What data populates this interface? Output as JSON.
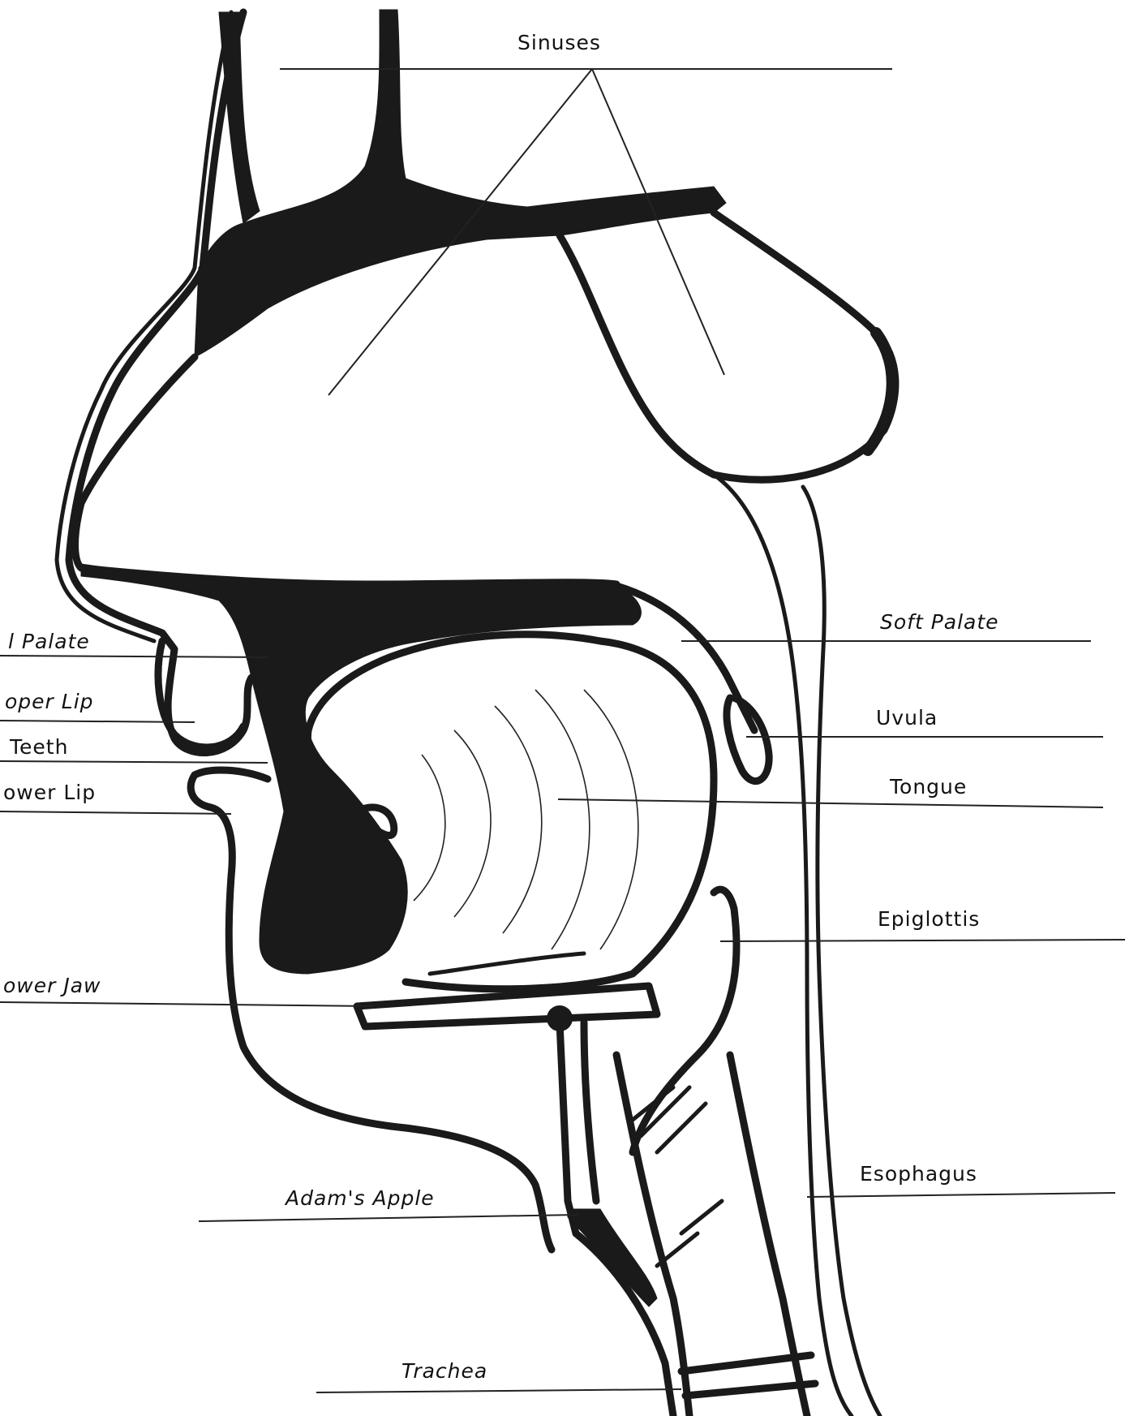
{
  "labels": {
    "sinuses": "Sinuses",
    "soft_palate": "Soft Palate",
    "uvula": "Uvula",
    "tongue": "Tongue",
    "epiglottis": "Epiglottis",
    "esophagus": "Esophagus",
    "trachea": "Trachea",
    "adams_apple": "Adam's Apple",
    "hard_palate": "l Palate",
    "upper_lip": "oper Lip",
    "teeth": "Teeth",
    "lower_lip": "ower Lip",
    "lower_jaw": "ower Jaw"
  },
  "colors": {
    "ink": "#1a1a1a",
    "background": "#ffffff"
  }
}
